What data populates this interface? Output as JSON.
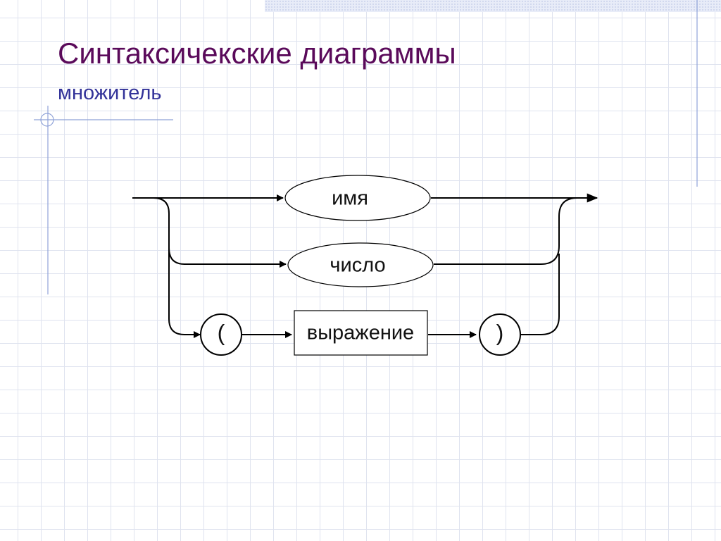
{
  "slide": {
    "title": "Синтаксичекские диаграммы",
    "subtitle": "множитель"
  },
  "diagram": {
    "nodes": [
      {
        "id": "name",
        "label": "имя",
        "shape": "terminal-oval"
      },
      {
        "id": "number",
        "label": "число",
        "shape": "terminal-oval"
      },
      {
        "id": "open-paren",
        "label": "(",
        "shape": "terminal-circle"
      },
      {
        "id": "expression",
        "label": "выражение",
        "shape": "nonterminal-box"
      },
      {
        "id": "close-paren",
        "label": ")",
        "shape": "terminal-circle"
      }
    ],
    "edges": [
      {
        "from": "start",
        "to": "name"
      },
      {
        "from": "start",
        "to": "number"
      },
      {
        "from": "start",
        "to": "open-paren"
      },
      {
        "from": "open-paren",
        "to": "expression"
      },
      {
        "from": "expression",
        "to": "close-paren"
      },
      {
        "from": "name",
        "to": "end"
      },
      {
        "from": "number",
        "to": "end"
      },
      {
        "from": "close-paren",
        "to": "end"
      }
    ],
    "colors": {
      "title": "#5a0a5a",
      "subtitle": "#333399",
      "stroke": "#000000",
      "accent-rule": "#8fa2d8"
    }
  }
}
